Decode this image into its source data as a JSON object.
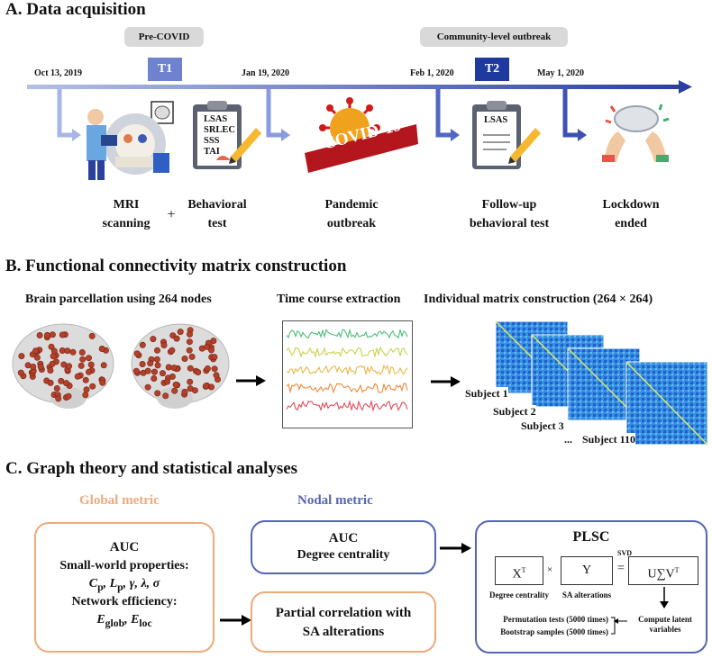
{
  "sectionA": {
    "title": "A. Data acquisition",
    "pre_covid": "Pre-COVID",
    "community": "Community-level outbreak",
    "t1": "T1",
    "t2": "T2",
    "dates": [
      "Oct 13, 2019",
      "Jan 19, 2020",
      "Feb 1, 2020",
      "May 1, 2020"
    ],
    "clipboard1_items": [
      "LSAS",
      "SRLEC",
      "SSS",
      "TAI"
    ],
    "clipboard2_items": [
      "LSAS"
    ],
    "covid_badge": "COVID-19",
    "captions": {
      "mri": "MRI\nscanning",
      "plus": "+",
      "behavioral": "Behavioral\ntest",
      "pandemic": "Pandemic\noutbreak",
      "followup": "Follow-up\nbehavioral test",
      "lockdown": "Lockdown\nended"
    }
  },
  "sectionB": {
    "title": "B. Functional connectivity matrix construction",
    "parcellation": "Brain parcellation using 264 nodes",
    "timecourse": "Time course extraction",
    "matrix": "Individual matrix construction (264 × 264)",
    "subjects": [
      "Subject 1",
      "Subject 2",
      "Subject 3",
      "...",
      "Subject 110"
    ],
    "trace_colors": [
      "#4cbf7a",
      "#c9d24a",
      "#e8b84a",
      "#ee8a3c",
      "#e04a5a"
    ]
  },
  "sectionC": {
    "title": "C. Graph theory and statistical analyses",
    "global_label": "Global metric",
    "nodal_label": "Nodal metric",
    "global_box": {
      "auc": "AUC",
      "smallworld": "Small-world properties:",
      "efficiency": "Network efficiency:"
    },
    "nodal_box": {
      "auc": "AUC",
      "degree": "Degree centrality"
    },
    "partial": "Partial correlation with\nSA alterations",
    "plsc": {
      "title": "PLSC",
      "x_label": "Degree centrality",
      "y_label": "SA alterations",
      "svd": "SVD",
      "times": "×",
      "equals": "=",
      "compute": "Compute latent\nvariables",
      "permutation": "Permutation tests (5000 times)",
      "bootstrap": "Bootstrap samples (5000 times)"
    }
  },
  "colors": {
    "orange": "#eeaa7b",
    "blue": "#5565b3",
    "timeline": "#3a4fb0",
    "t1": "#6f82cf",
    "t2": "#1f3a9e"
  }
}
